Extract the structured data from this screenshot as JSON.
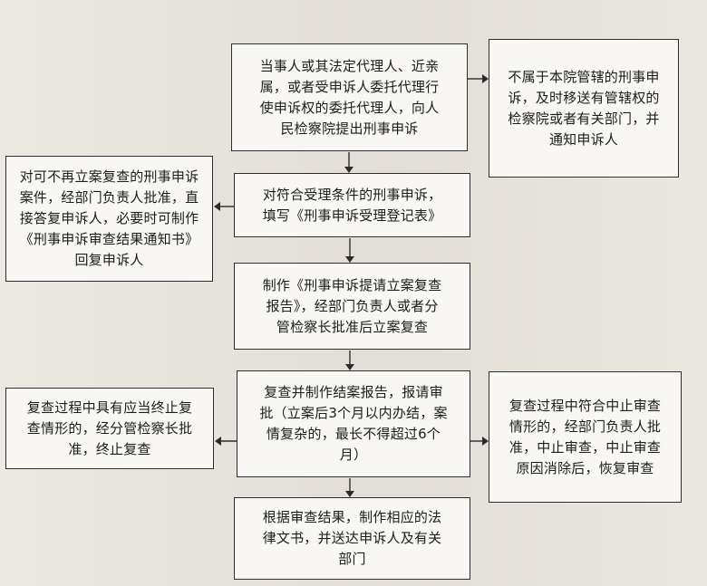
{
  "flowchart": {
    "nodes": {
      "submit": "当事人或其法定代理人、近亲\n属，或者受申诉人委托代理行\n使申诉权的委托代理人，向人\n民检察院提出刑事申诉",
      "transfer": "不属于本院管辖的刑事申\n诉，及时移送有管辖权的\n检察院或者有关部门，并\n通知申诉人",
      "no_retrial": "对可不再立案复查的刑事申诉\n案件，经部门负责人批准，直\n接答复申诉人，必要时可制作\n《刑事申诉审查结果通知书》\n回复申诉人",
      "register": "对符合受理条件的刑事申诉，\n填写《刑事申诉受理登记表》",
      "approve": "制作《刑事申诉提请立案复查\n报告》，经部门负责人或者分\n管检察长批准后立案复查",
      "review": "复查并制作结案报告，报请审\n批（立案后3个月以内办结，案\n情复杂的，最长不得超过6个\n月）",
      "terminate": "复查过程中具有应当终止复\n查情形的，经分管检察长批\n准，终止复查",
      "suspend": "复查过程中符合中止审查\n情形的，经部门负责人批\n准，中止审查，中止审查\n原因消除后，恢复审查",
      "result": "根据审查结果，制作相应的法\n律文书，并送达申诉人及有关\n部门"
    }
  }
}
